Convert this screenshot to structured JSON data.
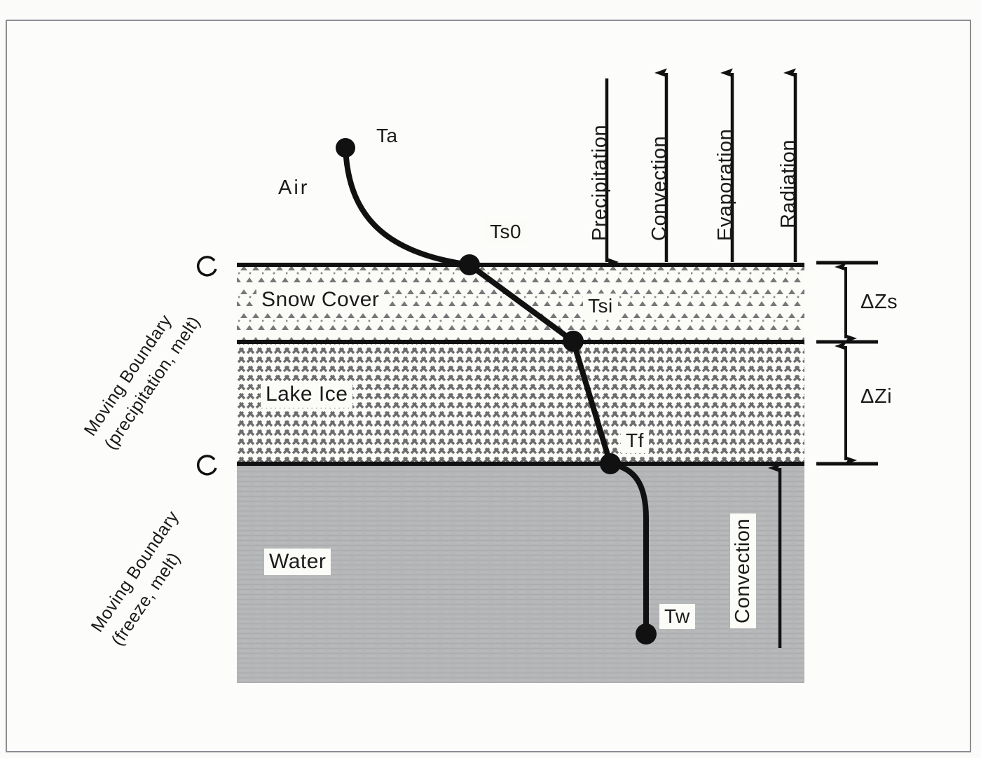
{
  "figure": {
    "title": "Lake ice and snow cover thermal model schematic",
    "frame_color": "#8d8d92",
    "background_color": "#fcfcfa"
  },
  "layers": [
    {
      "id": "air",
      "label": "Air",
      "fill": "#fcfcfa",
      "pattern": "none"
    },
    {
      "id": "snow",
      "label": "Snow Cover",
      "fill": "#fbfbf7",
      "pattern": "snow-caret"
    },
    {
      "id": "ice",
      "label": "Lake Ice",
      "fill": "#fbfbf7",
      "pattern": "ice-hatch"
    },
    {
      "id": "water",
      "label": "Water",
      "fill": "#b4b6b8",
      "pattern": "water-solid"
    }
  ],
  "temperature_nodes": [
    {
      "id": "ta",
      "label": "Ta",
      "zone": "air"
    },
    {
      "id": "ts0",
      "label": "Ts0",
      "zone": "air-snow-surface"
    },
    {
      "id": "tsi",
      "label": "Tsi",
      "zone": "snow-ice-interface"
    },
    {
      "id": "tf",
      "label": "Tf",
      "zone": "ice-water-interface"
    },
    {
      "id": "tw",
      "label": "Tw",
      "zone": "water"
    }
  ],
  "surface_fluxes": [
    {
      "id": "precipitation",
      "label": "Precipitation",
      "direction": "down"
    },
    {
      "id": "convection",
      "label": "Convection",
      "direction": "up"
    },
    {
      "id": "evaporation",
      "label": "Evaporation",
      "direction": "up"
    },
    {
      "id": "radiation",
      "label": "Radiation",
      "direction": "up"
    }
  ],
  "water_flux": {
    "id": "water-convection",
    "label": "Convection",
    "direction": "up"
  },
  "thickness_dimensions": [
    {
      "id": "dzs",
      "label": "ΔZs",
      "layer": "snow"
    },
    {
      "id": "dzi",
      "label": "ΔZi",
      "layer": "ice"
    }
  ],
  "moving_boundaries": [
    {
      "id": "upper",
      "line1": "Moving Boundary",
      "line2": "(precipitation,  melt)",
      "target": "snow-surface"
    },
    {
      "id": "lower",
      "line1": "Moving Boundary",
      "line2": "(freeze,  melt)",
      "target": "ice-water-interface"
    }
  ],
  "colors": {
    "line": "#111111",
    "water_fill": "#b4b6b8",
    "pattern_ink": "#6d6d70",
    "label_box": "#fbfbf7"
  }
}
